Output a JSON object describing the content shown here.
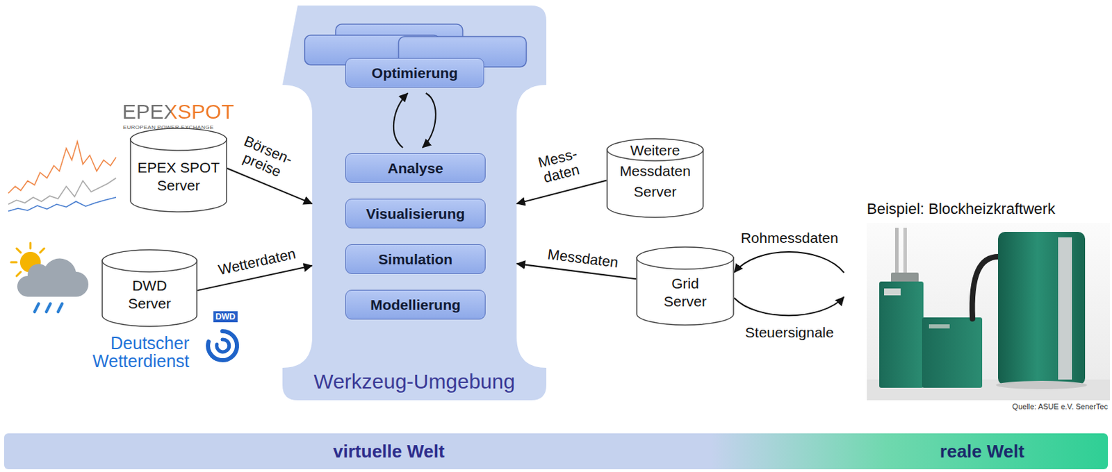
{
  "diagram": {
    "nodes": [
      {
        "text": [
          "Werkzeug-Umgebung"
        ]
      },
      {
        "text": [
          "Optimierung"
        ],
        "in": 0
      },
      {
        "text": [
          "Analyse"
        ],
        "in": 0
      },
      {
        "text": [
          "Visualisierung"
        ],
        "in": 0
      },
      {
        "text": [
          "Simulation"
        ],
        "in": 0
      },
      {
        "text": [
          "Modellierung"
        ],
        "in": 0
      },
      {
        "text": [
          "EPEX SPOT Server"
        ]
      },
      {
        "text": [
          "DWD Server"
        ]
      },
      {
        "text": [
          "Weitere Messdaten Server"
        ]
      },
      {
        "text": [
          "Grid Server"
        ]
      },
      {
        "text": [
          "Beispiel: Blockheizkraftwerk"
        ]
      },
      {
        "text": [
          "virtuelle Welt",
          "reale Welt"
        ]
      }
    ],
    "edges": [
      {
        "from": 2,
        "to": 1,
        "arrow": "to"
      },
      {
        "from": 1,
        "to": 2,
        "arrow": "to"
      },
      {
        "from": 6,
        "to": 0,
        "label": "Börsen- preise",
        "arrow": "to"
      },
      {
        "from": 7,
        "to": 0,
        "label": "Wetterdaten",
        "arrow": "to"
      },
      {
        "from": 8,
        "to": 0,
        "label": "Mess- daten",
        "arrow": "to"
      },
      {
        "from": 9,
        "to": 0,
        "label": "Messdaten",
        "arrow": "to"
      },
      {
        "from": 10,
        "to": 9,
        "label": "Rohmessdaten",
        "arrow": "to"
      },
      {
        "from": 9,
        "to": 10,
        "label": "Steuersignale",
        "arrow": "to"
      }
    ],
    "labels": [
      "EPEXSPOT",
      "EUROPEAN POWER EXCHANGE",
      "DWD",
      "Deutscher Wetterdienst",
      "Quelle: ASUE e.V. SenerTec"
    ]
  }
}
